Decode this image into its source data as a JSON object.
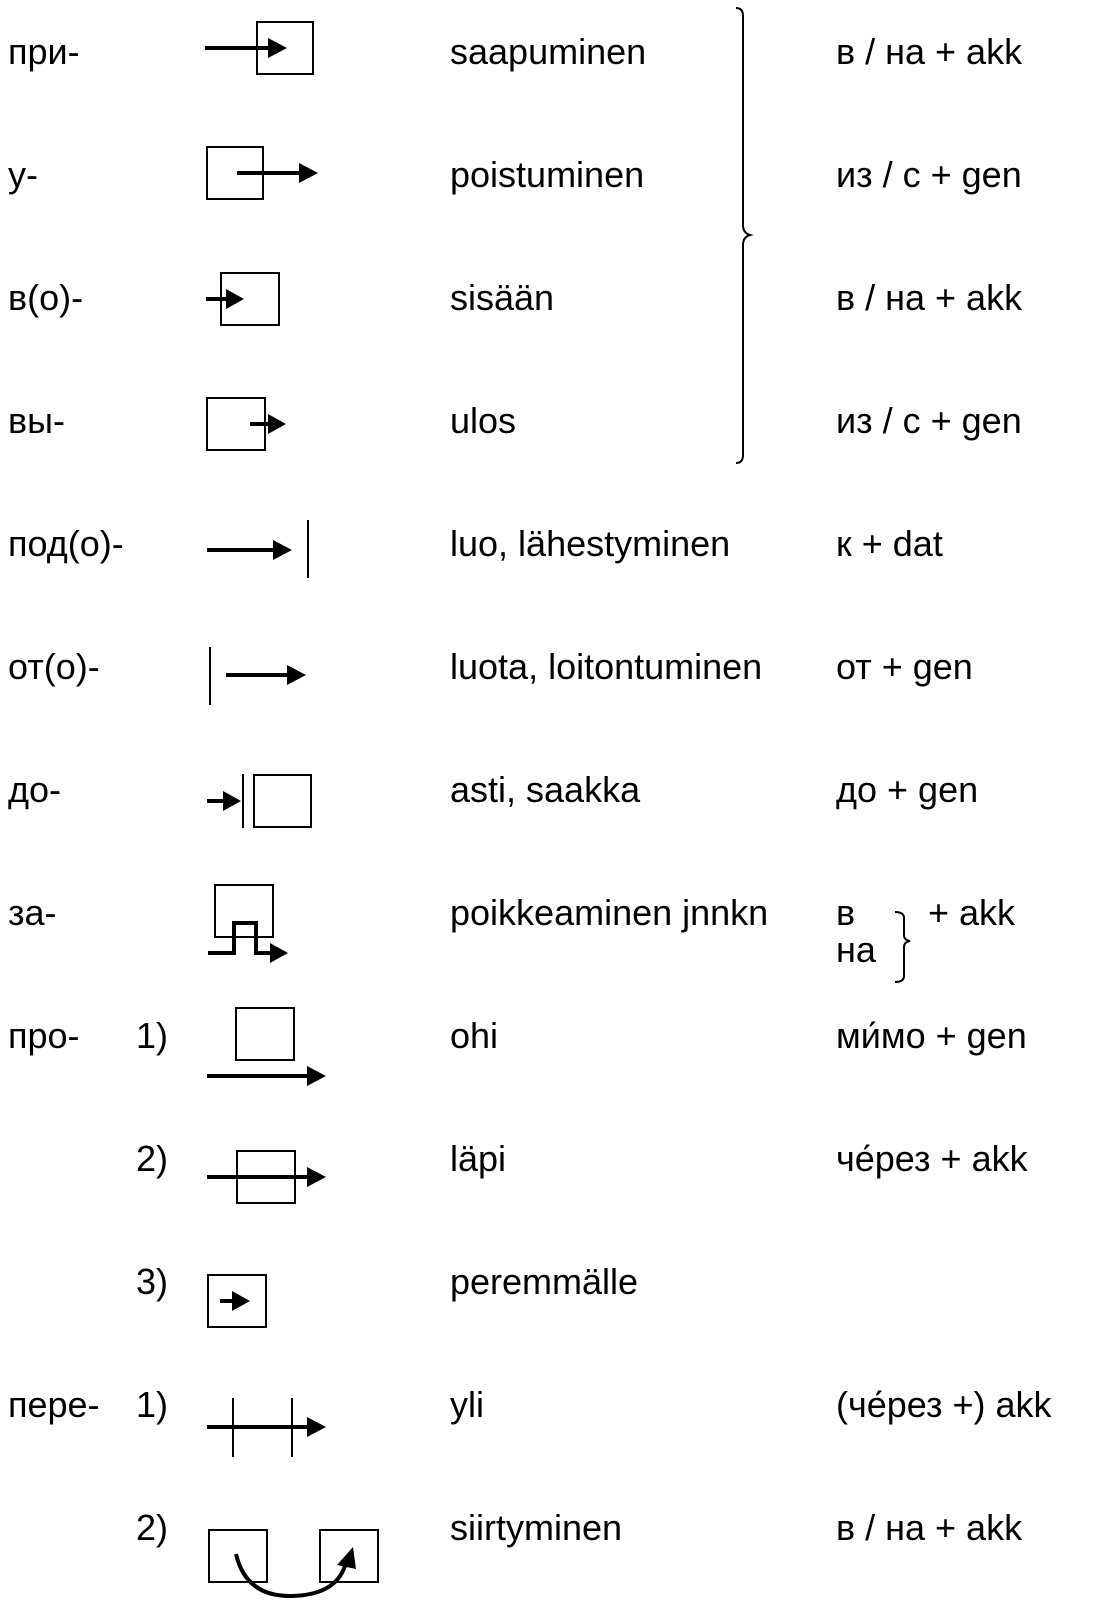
{
  "rows": [
    {
      "prefix": "при-",
      "num": "",
      "icon": "arrow-into-box-icon",
      "gloss": "saapuminen",
      "gov": "в / на + akk"
    },
    {
      "prefix": "у-",
      "num": "",
      "icon": "arrow-out-of-box-icon",
      "gloss": "poistuminen",
      "gov": "из / с + gen"
    },
    {
      "prefix": "в(о)-",
      "num": "",
      "icon": "arrow-entering-box-icon",
      "gloss": "sisään",
      "gov": "в / на + akk"
    },
    {
      "prefix": "вы-",
      "num": "",
      "icon": "arrow-exiting-box-icon",
      "gloss": "ulos",
      "gov": "из / с + gen"
    },
    {
      "prefix": "под(о)-",
      "num": "",
      "icon": "arrow-to-line-icon",
      "gloss": "luo, lähestyminen",
      "gov": "к + dat"
    },
    {
      "prefix": "от(о)-",
      "num": "",
      "icon": "arrow-from-line-icon",
      "gloss": "luota, loitontuminen",
      "gov": "от + gen"
    },
    {
      "prefix": "до-",
      "num": "",
      "icon": "arrow-until-box-icon",
      "gloss": "asti, saakka",
      "gov": "до + gen"
    },
    {
      "prefix": "за-",
      "num": "",
      "icon": "arrow-detour-box-icon",
      "gloss": "poikkeaminen jnnkn",
      "gov": ""
    },
    {
      "prefix": "про-",
      "num": "1)",
      "icon": "arrow-past-box-icon",
      "gloss": "ohi",
      "gov": "ми́мо + gen"
    },
    {
      "prefix": "",
      "num": "2)",
      "icon": "arrow-through-box-icon",
      "gloss": "läpi",
      "gov": "че́рез + akk"
    },
    {
      "prefix": "",
      "num": "3)",
      "icon": "arrow-inside-box-icon",
      "gloss": "peremmälle",
      "gov": ""
    },
    {
      "prefix": "пере-",
      "num": "1)",
      "icon": "arrow-over-lines-icon",
      "gloss": "yli",
      "gov": "(че́рез +) akk"
    },
    {
      "prefix": "",
      "num": "2)",
      "icon": "arrow-box-to-box-icon",
      "gloss": "siirtyminen",
      "gov": "в / на + akk"
    }
  ],
  "za_gov": {
    "line1": "в",
    "line2": "на",
    "suffix": "+ akk"
  }
}
